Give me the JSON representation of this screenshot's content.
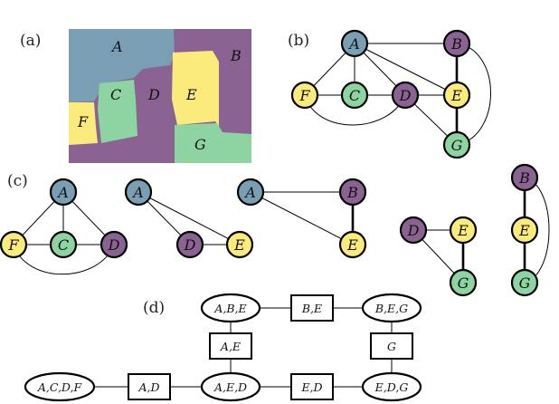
{
  "panel_labels": {
    "a": "(a)",
    "b": "(b)",
    "c": "(c)",
    "d": "(d)"
  },
  "regions": {
    "A": "A",
    "B": "B",
    "C": "C",
    "D": "D",
    "E": "E",
    "F": "F",
    "G": "G"
  },
  "nodes": {
    "A": "A",
    "B": "B",
    "C": "C",
    "D": "D",
    "E": "E",
    "F": "F",
    "G": "G"
  },
  "tree": {
    "ellipses": {
      "abe": "A,B,E",
      "beg": "B,E,G",
      "aed": "A,E,D",
      "edg": "E,D,G",
      "acdf": "A,C,D,F"
    },
    "boxes": {
      "be": "B,E",
      "ae": "A,E",
      "g": "G",
      "ad": "A,D",
      "ed": "E,D"
    }
  },
  "colors": {
    "blue": "#7a9fb4",
    "purple": "#8a6393",
    "yellow": "#fbeb7c",
    "green": "#8ed4a3"
  }
}
